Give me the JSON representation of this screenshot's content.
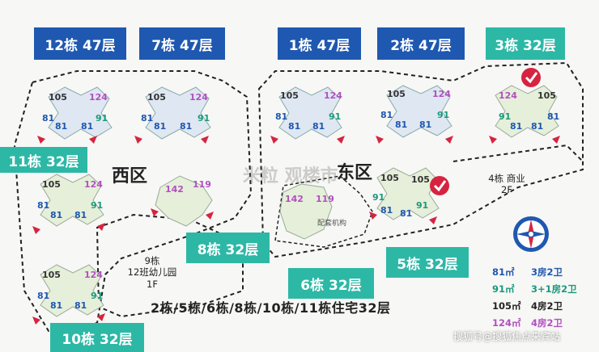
{
  "tags": {
    "b12": "12栋 47层",
    "b7": "7栋 47层",
    "b1": "1栋 47层",
    "b2": "2栋 47层",
    "b3": "3栋 32层",
    "b11": "11栋 32层",
    "b8": "8栋 32层",
    "b5": "5栋 32层",
    "b6": "6栋 32层",
    "b10": "10栋 32层"
  },
  "zones": {
    "west": "西区",
    "east": "东区"
  },
  "labels": {
    "b4_line1": "4栋 商业",
    "b4_line2": "2F",
    "b9_line1": "9栋",
    "b9_line2": "12班幼儿园",
    "b9_line3": "1F",
    "gate": "配套机构"
  },
  "units": {
    "u105": "105",
    "u124": "124",
    "u81": "81",
    "u91": "91",
    "u142": "142",
    "u119": "119"
  },
  "legend": [
    {
      "area": "81㎡",
      "type": "3房2卫",
      "color": "#1f58b0"
    },
    {
      "area": "91㎡",
      "type": "3+1房2卫",
      "color": "#1a9a7c"
    },
    {
      "area": "105㎡",
      "type": "4房2卫",
      "color": "#222222"
    },
    {
      "area": "124㎡",
      "type": "4房2卫",
      "color": "#b050c0"
    }
  ],
  "caption": "2栋/5栋/6栋/8栋/10栋/11栋住宅32层",
  "watermark_center": "米粒 观楼市",
  "watermark_corner": "搜狐号@搜狐焦点来宾站",
  "colors": {
    "blue_tag": "#1f58b0",
    "teal_tag": "#2db8a6",
    "check": "#d62440"
  }
}
